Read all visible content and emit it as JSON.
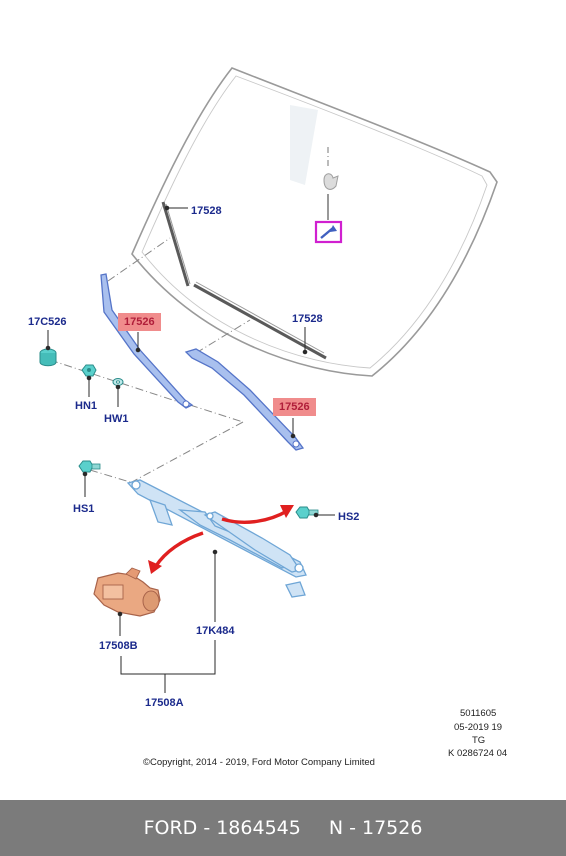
{
  "labels": {
    "wiper_blade_1": "17528",
    "wiper_blade_2": "17528",
    "arm_1": "17526",
    "arm_2": "17526",
    "cap": "17C526",
    "nut": "HN1",
    "washer": "HW1",
    "screw_1": "HS1",
    "screw_2": "HS2",
    "linkage": "17K484",
    "motor": "17508B",
    "assembly": "17508A"
  },
  "copyright": "©Copyright, 2014 - 2019, Ford Motor Company Limited",
  "meta": {
    "code": "5011605",
    "date": "05-2019 19",
    "tg": "TG",
    "ref": "K 0286724 04"
  },
  "footer": {
    "brand_part": "FORD - 1864545",
    "ref": "N - 17526"
  },
  "colors": {
    "label_text": "#1b2a8c",
    "highlight_bg": "#f08c8c",
    "highlight_text": "#b01e3a",
    "footer_bg": "#7b7b7b",
    "arm_blue": "#6f8fd8",
    "linkage_blue": "#9cc3e6",
    "motor": "#e7a27a",
    "arrow_red": "#e02020",
    "sensor_magenta": "#d020d0"
  }
}
